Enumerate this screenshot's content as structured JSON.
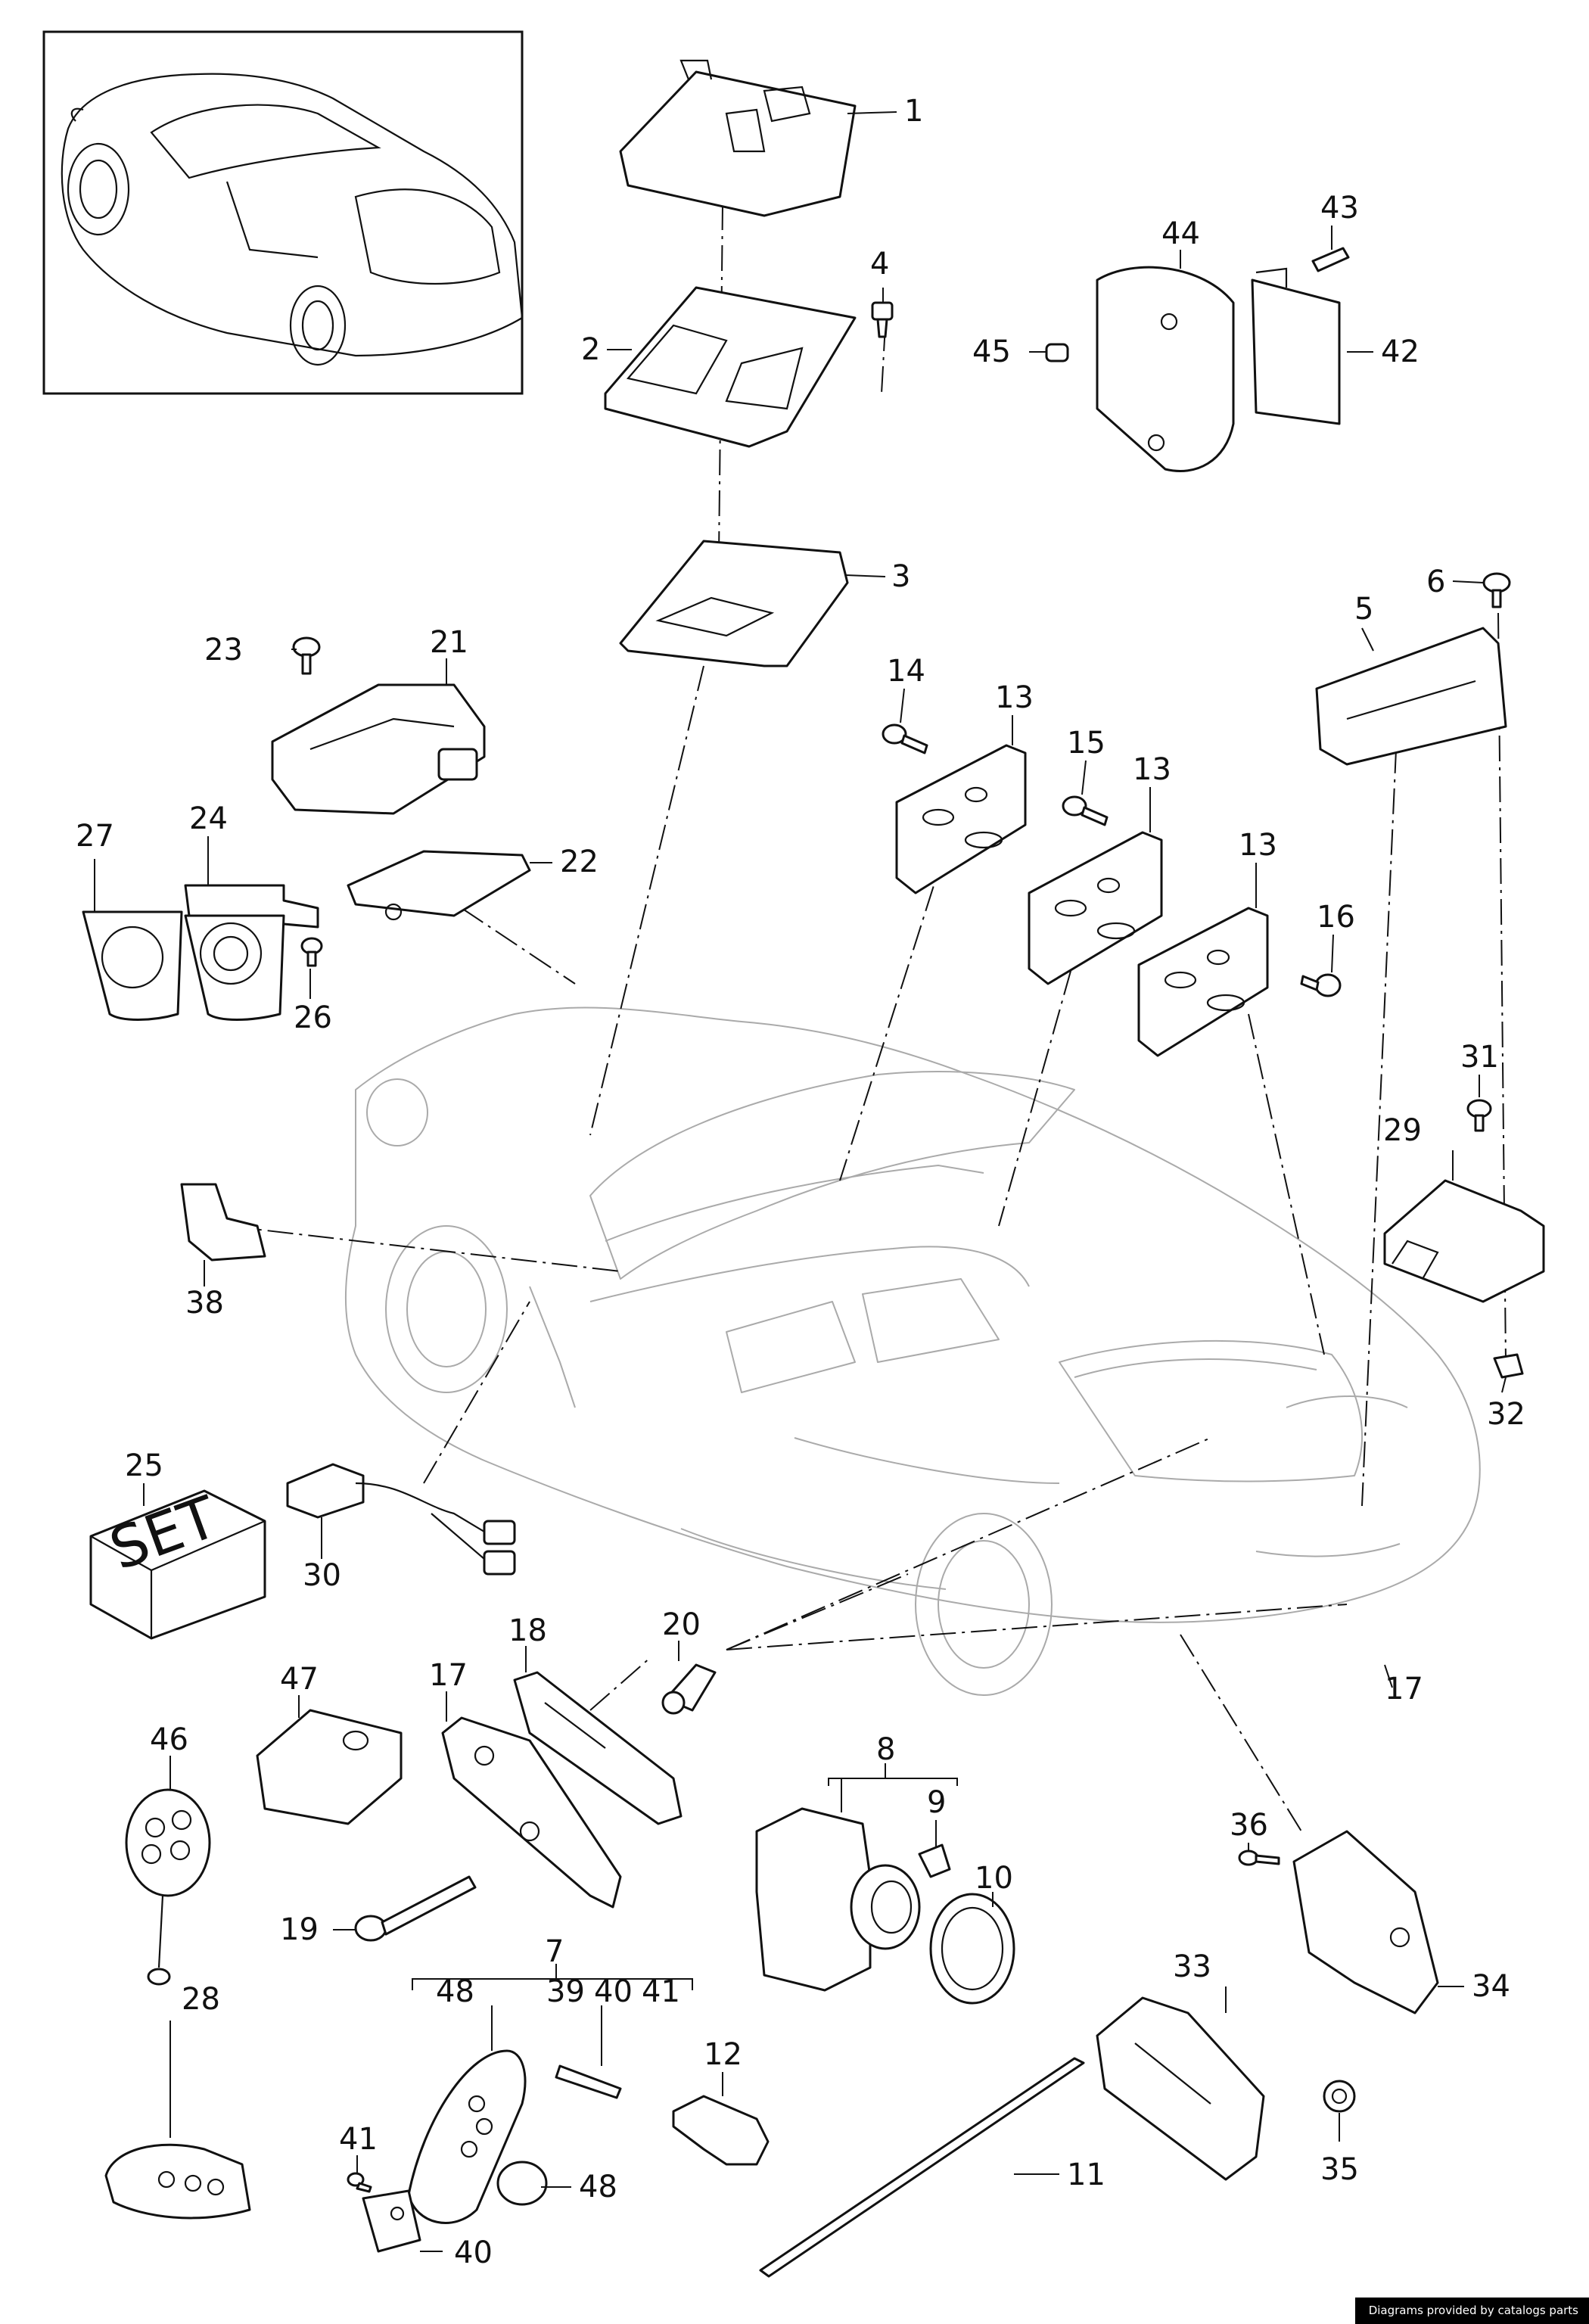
{
  "diagram": {
    "callouts": [
      "1",
      "2",
      "3",
      "4",
      "5",
      "6",
      "7",
      "8",
      "9",
      "10",
      "11",
      "12",
      "13",
      "13",
      "13",
      "14",
      "15",
      "16",
      "17",
      "17",
      "18",
      "19",
      "20",
      "21",
      "22",
      "23",
      "24",
      "25",
      "26",
      "27",
      "28",
      "29",
      "30",
      "31",
      "32",
      "33",
      "34",
      "35",
      "36",
      "38",
      "39",
      "40",
      "40",
      "41",
      "41",
      "42",
      "43",
      "44",
      "45",
      "46",
      "47",
      "48",
      "48"
    ],
    "set_box_label": "SET"
  },
  "footer": {
    "credit": "Diagrams provided by catalogs parts"
  }
}
